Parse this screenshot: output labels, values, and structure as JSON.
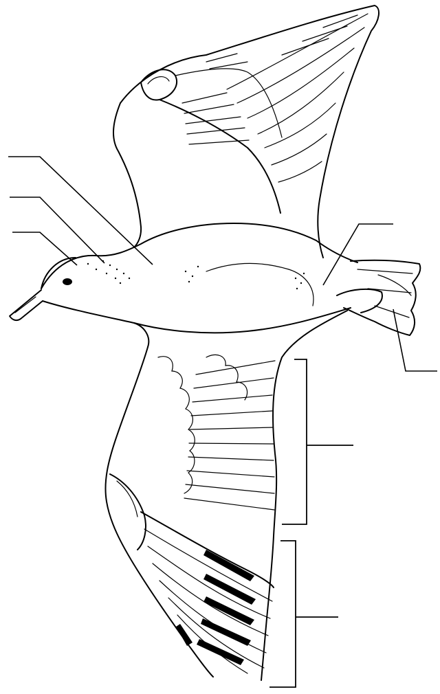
{
  "diagram": {
    "subject_icon": "gull-in-flight-underside-icon",
    "line_color": "#000000",
    "background_color": "#ffffff",
    "label_slots": [
      {
        "id": "label-slot-1",
        "text": ""
      },
      {
        "id": "label-slot-2",
        "text": ""
      },
      {
        "id": "label-slot-3",
        "text": ""
      },
      {
        "id": "label-slot-4",
        "text": ""
      },
      {
        "id": "label-slot-5",
        "text": ""
      },
      {
        "id": "label-slot-6",
        "text": ""
      },
      {
        "id": "label-slot-7",
        "text": ""
      }
    ]
  }
}
